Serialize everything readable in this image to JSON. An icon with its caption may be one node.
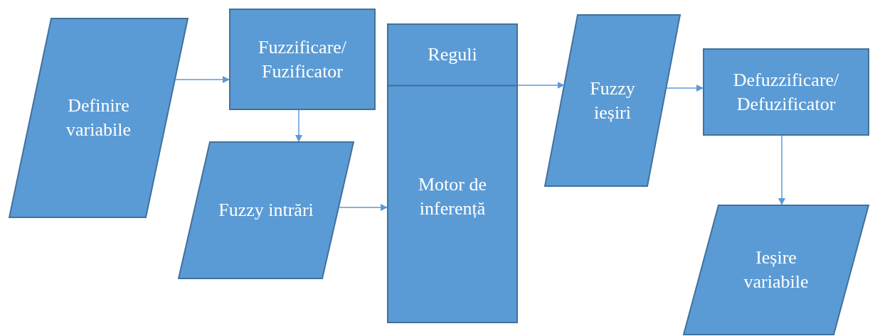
{
  "diagram": {
    "nodes": [
      {
        "text": [
          "Definire variabile"
        ]
      },
      {
        "text": [
          "Fuzzificare/ Fuzificator"
        ]
      },
      {
        "text": [
          "Fuzzy intrări"
        ]
      },
      {
        "text": [
          "Reguli",
          "Motor de inferență"
        ]
      },
      {
        "text": [
          "Fuzzy ieșiri"
        ]
      },
      {
        "text": [
          "Defuzzificare/ Defuzificator"
        ]
      },
      {
        "text": [
          "Ieșire variabile"
        ]
      }
    ],
    "edges": [
      {
        "from": 0,
        "to": 1,
        "arrow": "to"
      },
      {
        "from": 1,
        "to": 2,
        "arrow": "to"
      },
      {
        "from": 2,
        "to": 3,
        "arrow": "to"
      },
      {
        "from": 3,
        "to": 4,
        "arrow": "to"
      },
      {
        "from": 4,
        "to": 5,
        "arrow": "to"
      },
      {
        "from": 5,
        "to": 6,
        "arrow": "to"
      }
    ]
  }
}
